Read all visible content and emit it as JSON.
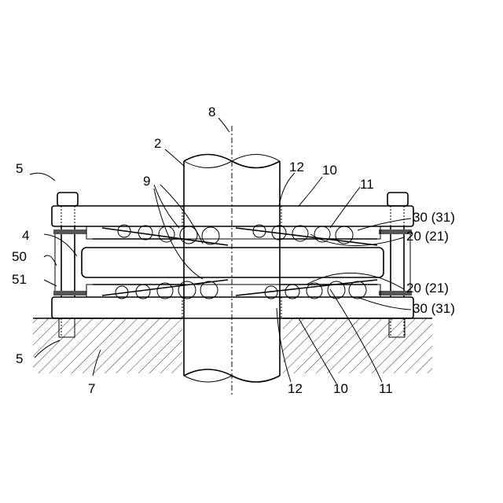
{
  "labels": {
    "shaft_axis": "8",
    "shaft": "2",
    "mount_top": "5",
    "mount_bottom": "5",
    "rollers": "9",
    "hole_top": "12",
    "hole_bottom": "12",
    "plate_top": "10",
    "plate_bottom": "10",
    "groove_top": "11",
    "groove_bottom": "11",
    "core": "4",
    "cover": "50",
    "seal": "51",
    "ground": "7",
    "ref_30_top": "30 (31)",
    "ref_20_top": "20 (21)",
    "ref_20_bottom": "20 (21)",
    "ref_30_bottom": "30 (31)"
  }
}
